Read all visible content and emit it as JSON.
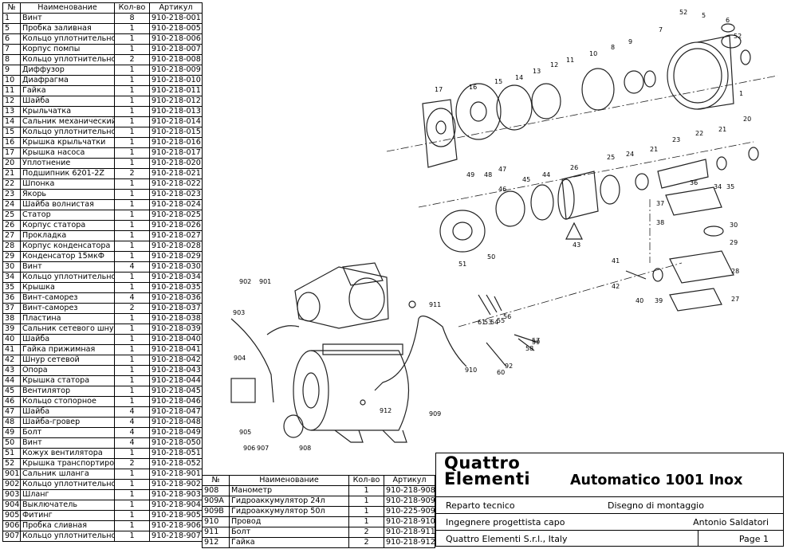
{
  "main_table": {
    "headers": [
      "№",
      "Наименование",
      "Кол-во",
      "Артикул"
    ],
    "rows": [
      [
        "1",
        "Винт",
        "8",
        "910-218-001"
      ],
      [
        "5",
        "Пробка заливная",
        "1",
        "910-218-005"
      ],
      [
        "6",
        "Кольцо уплотнительное",
        "1",
        "910-218-006"
      ],
      [
        "7",
        "Корпус помпы",
        "1",
        "910-218-007"
      ],
      [
        "8",
        "Кольцо уплотнительное",
        "2",
        "910-218-008"
      ],
      [
        "9",
        "Диффузор",
        "1",
        "910-218-009"
      ],
      [
        "10",
        "Диафрагма",
        "1",
        "910-218-010"
      ],
      [
        "11",
        "Гайка",
        "1",
        "910-218-011"
      ],
      [
        "12",
        "Шайба",
        "1",
        "910-218-012"
      ],
      [
        "13",
        "Крыльчатка",
        "1",
        "910-218-013"
      ],
      [
        "14",
        "Сальник механический",
        "1",
        "910-218-014"
      ],
      [
        "15",
        "Кольцо уплотнительное",
        "1",
        "910-218-015"
      ],
      [
        "16",
        "Крышка крыльчатки",
        "1",
        "910-218-016"
      ],
      [
        "17",
        "Крышка насоса",
        "1",
        "910-218-017"
      ],
      [
        "20",
        "Уплотнение",
        "1",
        "910-218-020"
      ],
      [
        "21",
        "Подшипник 6201-2Z",
        "2",
        "910-218-021"
      ],
      [
        "22",
        "Шпонка",
        "1",
        "910-218-022"
      ],
      [
        "23",
        "Якорь",
        "1",
        "910-218-023"
      ],
      [
        "24",
        "Шайба волнистая",
        "1",
        "910-218-024"
      ],
      [
        "25",
        "Статор",
        "1",
        "910-218-025"
      ],
      [
        "26",
        "Корпус статора",
        "1",
        "910-218-026"
      ],
      [
        "27",
        "Прокладка",
        "1",
        "910-218-027"
      ],
      [
        "28",
        "Корпус конденсатора",
        "1",
        "910-218-028"
      ],
      [
        "29",
        "Конденсатор 15мкФ",
        "1",
        "910-218-029"
      ],
      [
        "30",
        "Винт",
        "4",
        "910-218-030"
      ],
      [
        "34",
        "Кольцо уплотнительное",
        "1",
        "910-218-034"
      ],
      [
        "35",
        "Крышка",
        "1",
        "910-218-035"
      ],
      [
        "36",
        "Винт-саморез",
        "4",
        "910-218-036"
      ],
      [
        "37",
        "Винт-саморез",
        "2",
        "910-218-037"
      ],
      [
        "38",
        "Пластина",
        "1",
        "910-218-038"
      ],
      [
        "39",
        "Сальник сетевого шнура",
        "1",
        "910-218-039"
      ],
      [
        "40",
        "Шайба",
        "1",
        "910-218-040"
      ],
      [
        "41",
        "Гайка прижимная",
        "1",
        "910-218-041"
      ],
      [
        "42",
        "Шнур сетевой",
        "1",
        "910-218-042"
      ],
      [
        "43",
        "Опора",
        "1",
        "910-218-043"
      ],
      [
        "44",
        "Крышка статора",
        "1",
        "910-218-044"
      ],
      [
        "45",
        "Вентилятор",
        "1",
        "910-218-045"
      ],
      [
        "46",
        "Кольцо стопорное",
        "1",
        "910-218-046"
      ],
      [
        "47",
        "Шайба",
        "4",
        "910-218-047"
      ],
      [
        "48",
        "Шайба-гровер",
        "4",
        "910-218-048"
      ],
      [
        "49",
        "Болт",
        "4",
        "910-218-049"
      ],
      [
        "50",
        "Винт",
        "4",
        "910-218-050"
      ],
      [
        "51",
        "Кожух вентилятора",
        "1",
        "910-218-051"
      ],
      [
        "52",
        "Крышка транспортиров.",
        "2",
        "910-218-052"
      ],
      [
        "901",
        "Сальник шланга",
        "1",
        "910-218-901"
      ],
      [
        "902",
        "Кольцо уплотнительное",
        "1",
        "910-218-902"
      ],
      [
        "903",
        "Шланг",
        "1",
        "910-218-903"
      ],
      [
        "904",
        "Выключатель",
        "1",
        "910-218-904"
      ],
      [
        "905",
        "Фитинг",
        "1",
        "910-218-905"
      ],
      [
        "906",
        "Пробка сливная",
        "1",
        "910-218-906"
      ],
      [
        "907",
        "Кольцо уплотнительное",
        "1",
        "910-218-907"
      ]
    ]
  },
  "ext_table": {
    "headers": [
      "№",
      "Наименование",
      "Кол-во",
      "Артикул"
    ],
    "rows": [
      [
        "908",
        "Манометр",
        "1",
        "910-218-908"
      ],
      [
        "909A",
        "Гидроаккумулятор 24л",
        "1",
        "910-218-909"
      ],
      [
        "909B",
        "Гидроаккумулятор  50л",
        "1",
        "910-225-909"
      ],
      [
        "910",
        "Провод",
        "1",
        "910-218-910"
      ],
      [
        "911",
        "Болт",
        "2",
        "910-218-911"
      ],
      [
        "912",
        "Гайка",
        "2",
        "910-218-912"
      ]
    ]
  },
  "title_block": {
    "logo_line1": "Quattro",
    "logo_line2": "Elementi",
    "product": "Automatico 1001 Inox",
    "dept": "Reparto tecnico",
    "doc_type": "Disegno di montaggio",
    "engineer_label": "Ingegnere progettista capo",
    "engineer_name": "Antonio Saldatori",
    "company": "Quattro Elementi S.r.l., Italy",
    "page": "Page 1"
  },
  "drawing_callouts": [
    {
      "n": "52"
    },
    {
      "n": "5"
    },
    {
      "n": "6"
    },
    {
      "n": "7"
    },
    {
      "n": "52"
    },
    {
      "n": "9"
    },
    {
      "n": "8"
    },
    {
      "n": "10"
    },
    {
      "n": "11"
    },
    {
      "n": "12"
    },
    {
      "n": "13"
    },
    {
      "n": "14"
    },
    {
      "n": "15"
    },
    {
      "n": "16"
    },
    {
      "n": "17"
    },
    {
      "n": "1"
    },
    {
      "n": "20"
    },
    {
      "n": "21"
    },
    {
      "n": "22"
    },
    {
      "n": "23"
    },
    {
      "n": "21"
    },
    {
      "n": "24"
    },
    {
      "n": "25"
    },
    {
      "n": "26"
    },
    {
      "n": "44"
    },
    {
      "n": "45"
    },
    {
      "n": "46"
    },
    {
      "n": "47"
    },
    {
      "n": "48"
    },
    {
      "n": "49"
    },
    {
      "n": "36"
    },
    {
      "n": "34"
    },
    {
      "n": "35"
    },
    {
      "n": "37"
    },
    {
      "n": "38"
    },
    {
      "n": "43"
    },
    {
      "n": "50"
    },
    {
      "n": "51"
    },
    {
      "n": "30"
    },
    {
      "n": "29"
    },
    {
      "n": "28"
    },
    {
      "n": "27"
    },
    {
      "n": "41"
    },
    {
      "n": "42"
    },
    {
      "n": "40"
    },
    {
      "n": "39"
    },
    {
      "n": "902"
    },
    {
      "n": "901"
    },
    {
      "n": "903"
    },
    {
      "n": "904"
    },
    {
      "n": "905"
    },
    {
      "n": "906"
    },
    {
      "n": "907"
    },
    {
      "n": "908"
    },
    {
      "n": "909"
    },
    {
      "n": "910"
    },
    {
      "n": "911"
    },
    {
      "n": "912"
    },
    {
      "n": "61"
    },
    {
      "n": "53"
    },
    {
      "n": "54"
    },
    {
      "n": "55"
    },
    {
      "n": "56"
    },
    {
      "n": "57"
    },
    {
      "n": "58"
    },
    {
      "n": "59"
    },
    {
      "n": "60"
    },
    {
      "n": "92"
    }
  ]
}
